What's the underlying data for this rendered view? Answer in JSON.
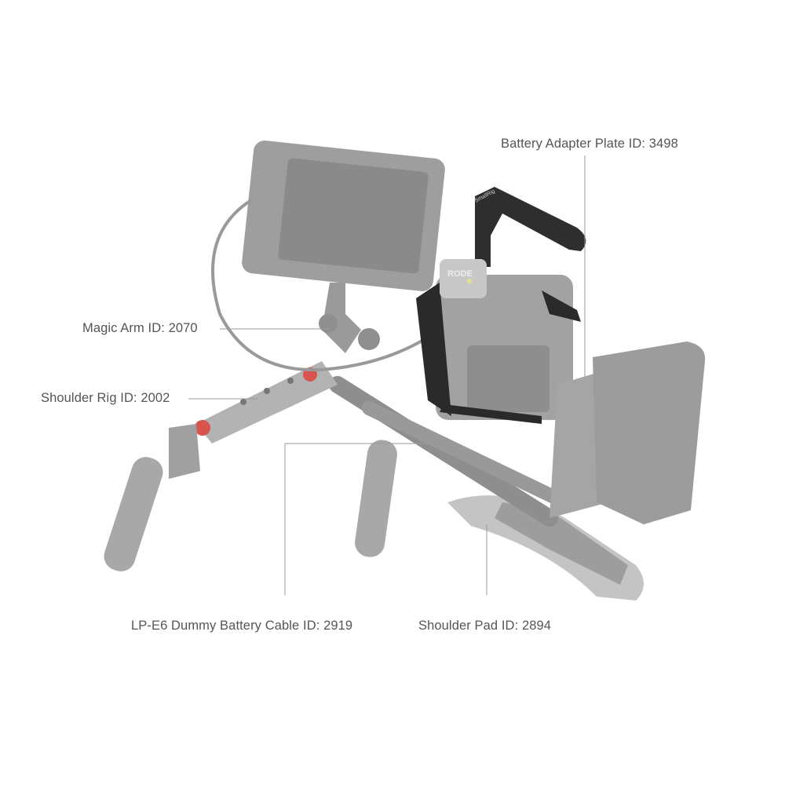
{
  "labels": {
    "battery_adapter_plate": "Battery Adapter Plate ID: 3498",
    "magic_arm": "Magic Arm ID: 2070",
    "shoulder_rig": "Shoulder Rig ID: 2002",
    "dummy_battery_cable": "LP-E6 Dummy Battery Cable ID: 2919",
    "shoulder_pad": "Shoulder Pad ID: 2894"
  },
  "product_logos": {
    "mic": "RODE",
    "handle": "SmallRig"
  },
  "colors": {
    "accessory_gray": "#a9a9a9",
    "highlight_black": "#2a2a2a",
    "knob_red": "#d9534f",
    "leader_line": "#9a9a9a",
    "label_text": "#555555"
  }
}
